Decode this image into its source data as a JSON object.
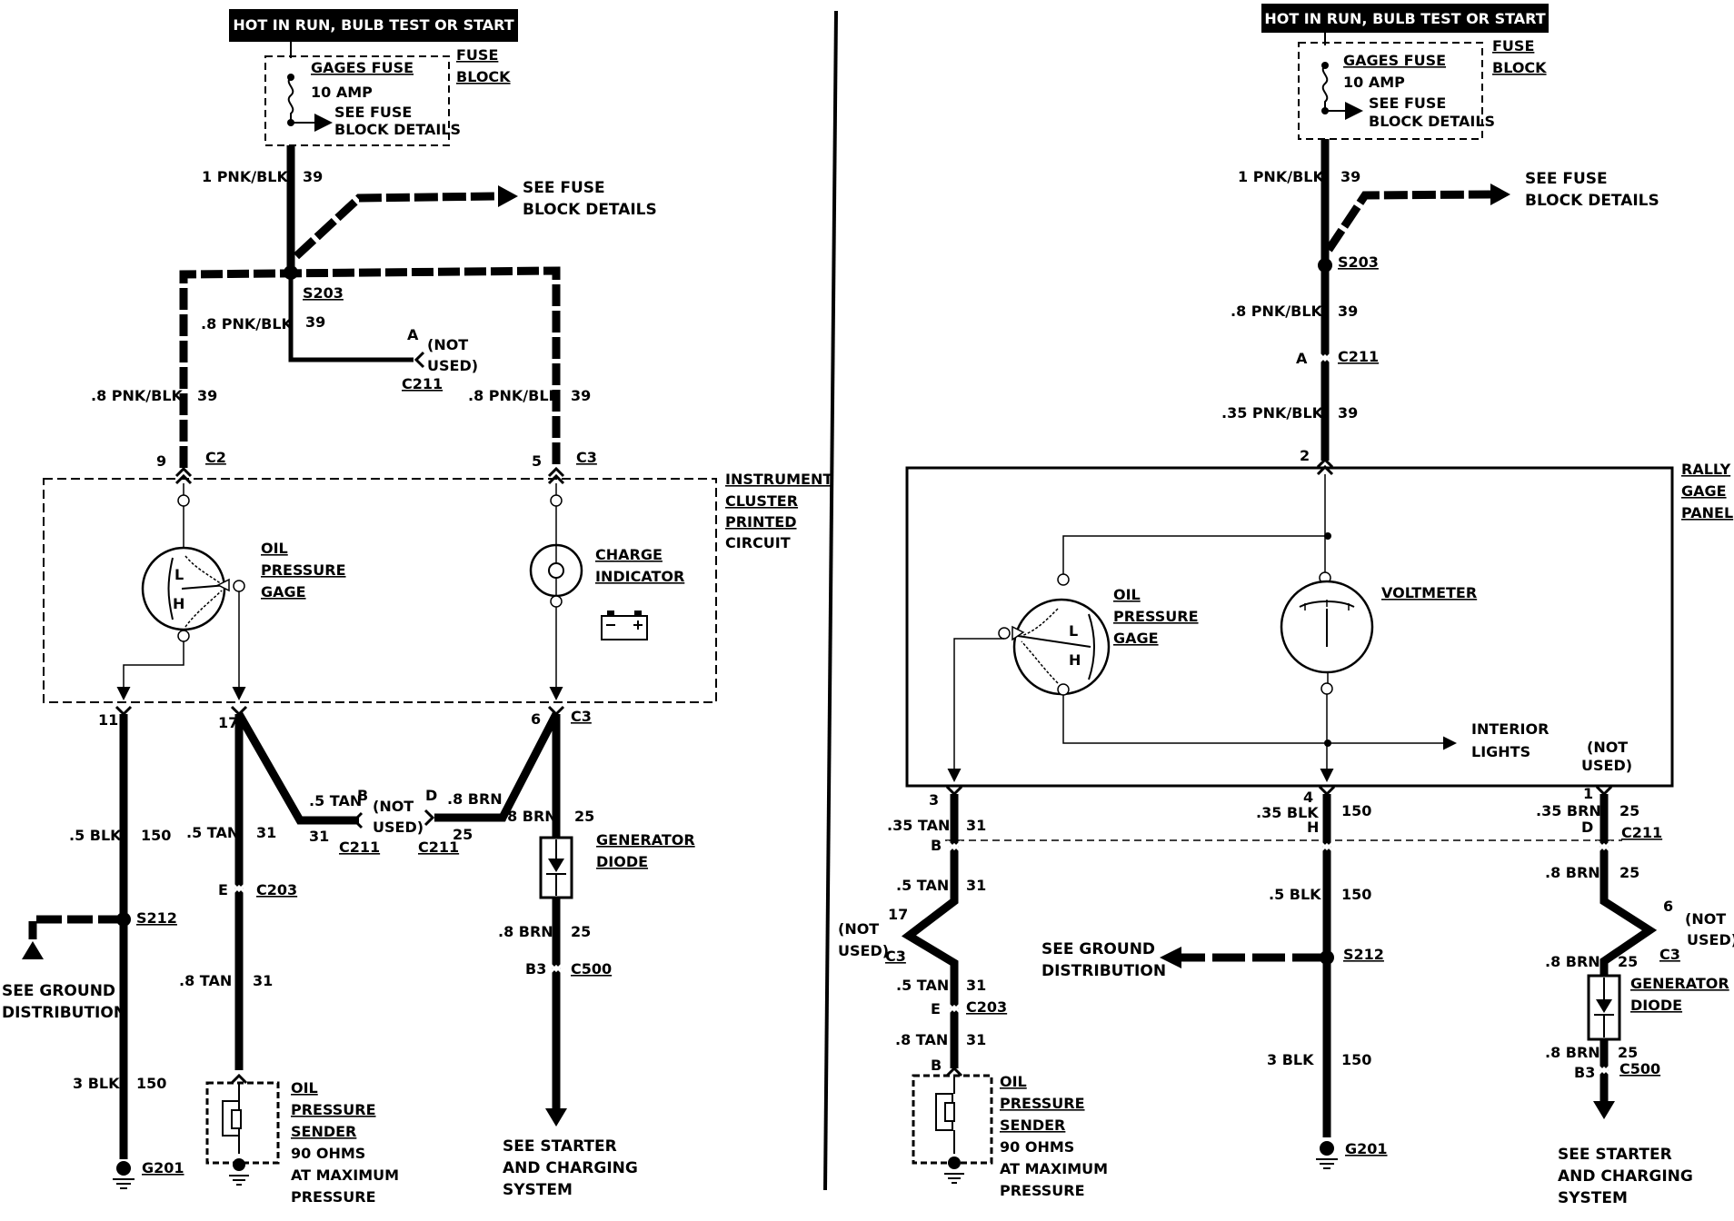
{
  "left": {
    "header": "HOT IN RUN, BULB TEST OR START",
    "gages_fuse": "GAGES FUSE",
    "amp": "10 AMP",
    "see_fuse_1": "SEE FUSE",
    "see_fuse_2": "BLOCK DETAILS",
    "fuse_block_1": "FUSE",
    "fuse_block_2": "BLOCK",
    "see_fuse_big_1": "SEE FUSE",
    "see_fuse_big_2": "BLOCK DETAILS",
    "w_1pnk": "1 PNK/BLK",
    "n39": "39",
    "s203": "S203",
    "w_8pnk": ".8 PNK/BLK",
    "a": "A",
    "not_used_1": "(NOT",
    "not_used_2": "USED)",
    "c211": "C211",
    "pin9": "9",
    "c2": "C2",
    "pin5": "5",
    "c3": "C3",
    "cluster_1": "INSTRUMENT",
    "cluster_2": "CLUSTER",
    "cluster_3": "PRINTED",
    "cluster_4": "CIRCUIT",
    "oil_1": "OIL",
    "oil_2": "PRESSURE",
    "oil_3": "GAGE",
    "charge_1": "CHARGE",
    "charge_2": "INDICATOR",
    "pin11": "11",
    "pin17": "17",
    "pin6": "6",
    "w_5blk": ".5 BLK",
    "n150": "150",
    "w_5tan": ".5 TAN",
    "n31": "31",
    "b": "B",
    "d": "D",
    "w_8brn": ".8 BRN",
    "n25": "25",
    "gen_1": "GENERATOR",
    "gen_2": "DIODE",
    "e": "E",
    "c203": "C203",
    "s212": "S212",
    "see_ground_1": "SEE GROUND",
    "see_ground_2": "DISTRIBUTION",
    "w_8tan": ".8 TAN",
    "b3": "B3",
    "c500": "C500",
    "w_3blk": "3 BLK",
    "g201": "G201",
    "sender_1": "OIL",
    "sender_2": "PRESSURE",
    "sender_3": "SENDER",
    "sender_4": "90 OHMS",
    "sender_5": "AT MAXIMUM",
    "sender_6": "PRESSURE",
    "starter_1": "SEE STARTER",
    "starter_2": "AND CHARGING",
    "starter_3": "SYSTEM"
  },
  "right": {
    "header": "HOT IN RUN, BULB TEST OR START",
    "gages_fuse": "GAGES FUSE",
    "amp": "10 AMP",
    "see_fuse_1": "SEE FUSE",
    "see_fuse_2": "BLOCK DETAILS",
    "fuse_block_1": "FUSE",
    "fuse_block_2": "BLOCK",
    "see_fuse_big_1": "SEE FUSE",
    "see_fuse_big_2": "BLOCK DETAILS",
    "w_1pnk": "1 PNK/BLK",
    "n39": "39",
    "s203": "S203",
    "w_8pnk": ".8 PNK/BLK",
    "a": "A",
    "c211": "C211",
    "w_35pnk": ".35 PNK/BLK",
    "pin2": "2",
    "rally_1": "RALLY",
    "rally_2": "GAGE",
    "rally_3": "PANEL",
    "oil_1": "OIL",
    "oil_2": "PRESSURE",
    "oil_3": "GAGE",
    "voltmeter": "VOLTMETER",
    "interior_1": "INTERIOR",
    "interior_2": "LIGHTS",
    "not_used_1": "(NOT",
    "not_used_2": "USED)",
    "pin3": "3",
    "pin4": "4",
    "pin1": "1",
    "w_35tan": ".35 TAN",
    "n31": "31",
    "w_35blk": ".35 BLK",
    "n150": "150",
    "h": "H",
    "w_35brn": ".35 BRN",
    "n25": "25",
    "b": "B",
    "d": "D",
    "w_5tan": ".5 TAN",
    "w_5blk": ".5 BLK",
    "w_8brn": ".8 BRN",
    "pin17": "17",
    "pin6": "6",
    "c3": "C3",
    "see_ground_1": "SEE GROUND",
    "see_ground_2": "DISTRIBUTION",
    "s212": "S212",
    "gen_1": "GENERATOR",
    "gen_2": "DIODE",
    "e": "E",
    "c203": "C203",
    "w_8tan": ".8 TAN",
    "w_3blk": "3 BLK",
    "b3": "B3",
    "c500": "C500",
    "g201": "G201",
    "sender_1": "OIL",
    "sender_2": "PRESSURE",
    "sender_3": "SENDER",
    "sender_4": "90 OHMS",
    "sender_5": "AT MAXIMUM",
    "sender_6": "PRESSURE",
    "starter_1": "SEE STARTER",
    "starter_2": "AND CHARGING",
    "starter_3": "SYSTEM"
  }
}
